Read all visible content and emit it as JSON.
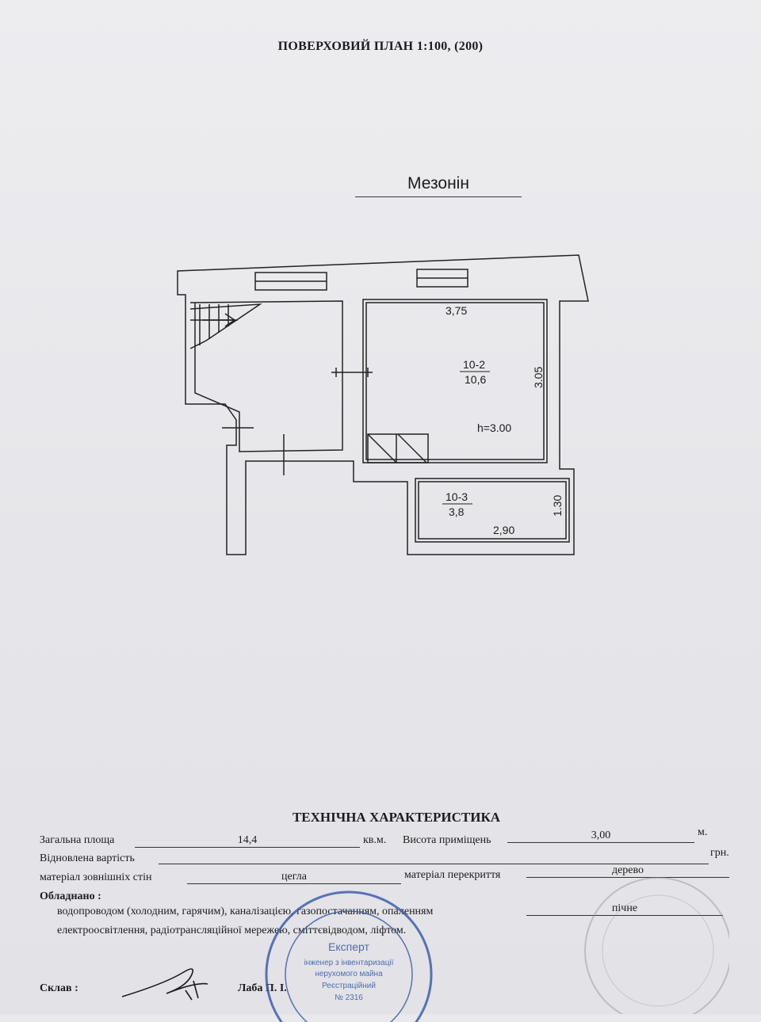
{
  "document": {
    "title": "ПОВЕРХОВИЙ ПЛАН 1:100, (200)",
    "floor_label": "Мезонін"
  },
  "plan": {
    "room_2": {
      "id": "10-2",
      "area": "10,6",
      "width": "3,75",
      "length": "3.05",
      "height": "h=3.00"
    },
    "room_3": {
      "id": "10-3",
      "area": "3,8",
      "width": "2,90",
      "length": "1.30"
    }
  },
  "tech": {
    "title": "ТЕХНІЧНА ХАРАКТЕРИСТИКА",
    "total_area_label": "Загальна площа",
    "total_area_value": "14,4",
    "area_unit": "кв.м.",
    "height_label": "Висота приміщень",
    "height_value": "3,00",
    "height_unit": "м.",
    "restored_cost_label": "Відновлена вартість",
    "restored_cost_value": "",
    "currency": "грн.",
    "wall_material_label": "матеріал зовнішніх стін",
    "wall_material_value": "цегла",
    "floor_material_label": "матеріал перекриття",
    "floor_material_value": "дерево",
    "equipped_label": "Обладнано :",
    "equipment_line_1": "водопроводом (холодним, гарячим), каналізацією, газопостачанням, опаленням",
    "heating_value": "пічне",
    "equipment_line_2": "електроосвітлення, радіотрансляційної мережею, сміттєвідводом, ліфтом.",
    "compiled_label": "Склав :",
    "compiler_name": "Лаба П. І."
  },
  "stamp": {
    "line_1": "Експерт",
    "line_2": "інженер з інвентаризації",
    "line_3": "нерухомого майна",
    "line_4": "Реєстраційний",
    "line_5": "№ 2316"
  },
  "colors": {
    "stamp_blue": "#3f5fa8",
    "ink": "#1c1c1c",
    "paper": "#e9e9ec"
  }
}
